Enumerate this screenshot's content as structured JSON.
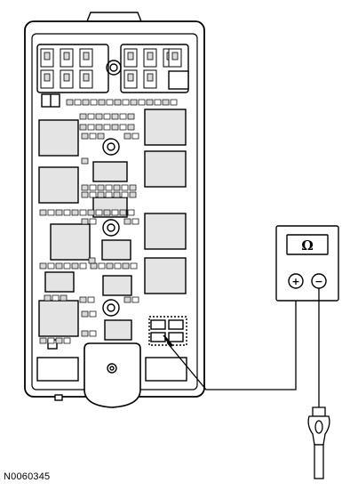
{
  "figure_id": "N0060345",
  "meter": {
    "display_symbol": "Ω",
    "positive_jack": "+",
    "negative_jack": "−"
  },
  "colors": {
    "line": "#000000",
    "relay_fill": "#e4e4e4",
    "fuse_fill": "#d9d9d9",
    "background": "#ffffff"
  },
  "icons": [
    "fuse-box",
    "multimeter",
    "test-probe",
    "test-lead"
  ]
}
